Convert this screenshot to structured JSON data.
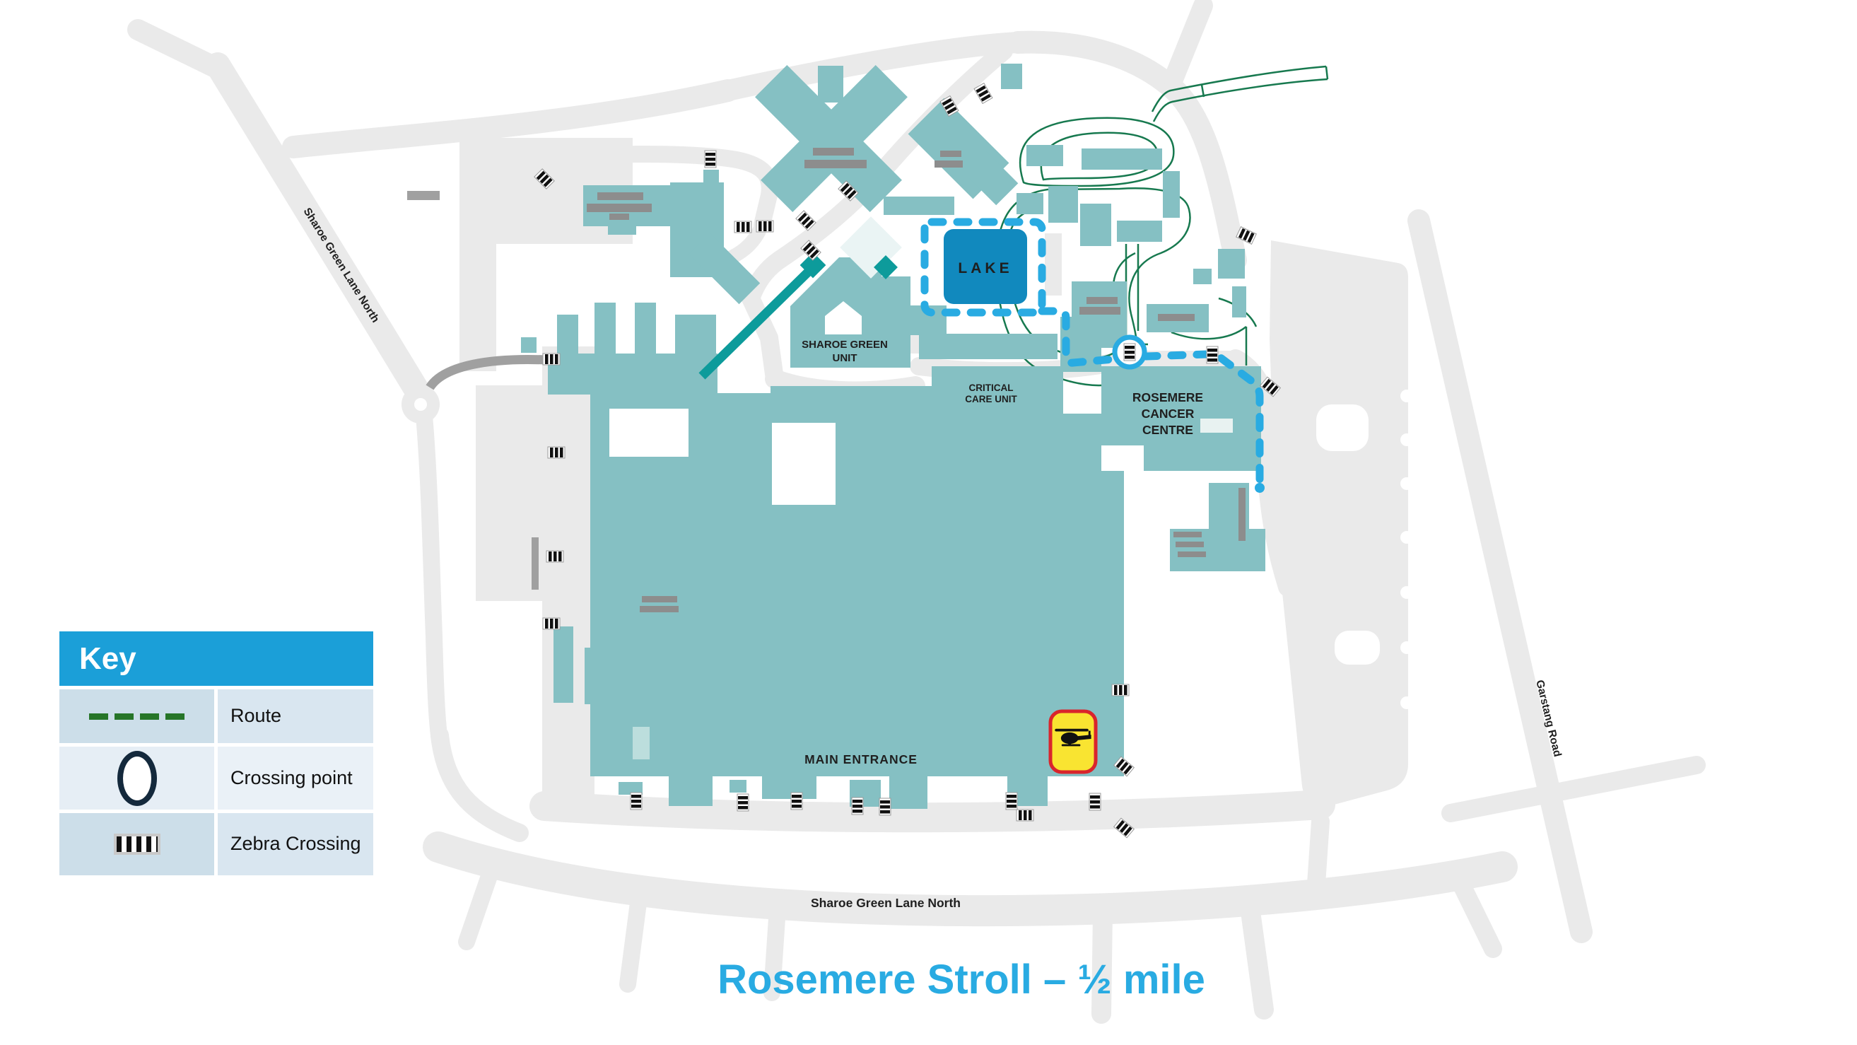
{
  "title": {
    "text": "Rosemere Stroll – ½ mile",
    "color": "#29ABE2"
  },
  "key": {
    "header": "Key",
    "rows": [
      {
        "symbol": "route-dashes-icon",
        "label": "Route"
      },
      {
        "symbol": "crossing-point-icon",
        "label": "Crossing point"
      },
      {
        "symbol": "zebra-crossing-icon",
        "label": "Zebra Crossing"
      }
    ]
  },
  "map": {
    "labels": {
      "lake": "LAKE",
      "sharoe_green_unit_line1": "SHAROE GREEN",
      "sharoe_green_unit_line2": "UNIT",
      "critical_care_line1": "CRITICAL",
      "critical_care_line2": "CARE UNIT",
      "rosemere_line1": "ROSEMERE",
      "rosemere_line2": "CANCER",
      "rosemere_line3": "CENTRE",
      "main_entrance": "MAIN ENTRANCE",
      "road_left": "Sharoe Green Lane North",
      "road_bottom": "Sharoe Green Lane North",
      "road_right": "Garstang Road"
    },
    "colors": {
      "building": "#85C0C3",
      "building_dark": "#0D9B9B",
      "building_light": "#EAF4F4",
      "road": "#EAEAEA",
      "road_dark": "#A0A0A0",
      "detail_gray": "#8D8D8D",
      "lake": "#1189BE",
      "route": "#29ABE2",
      "green_path": "#17794F",
      "helipad_yellow": "#F9E431",
      "helipad_red": "#D9252C",
      "key_header": "#1B9FD8"
    }
  }
}
